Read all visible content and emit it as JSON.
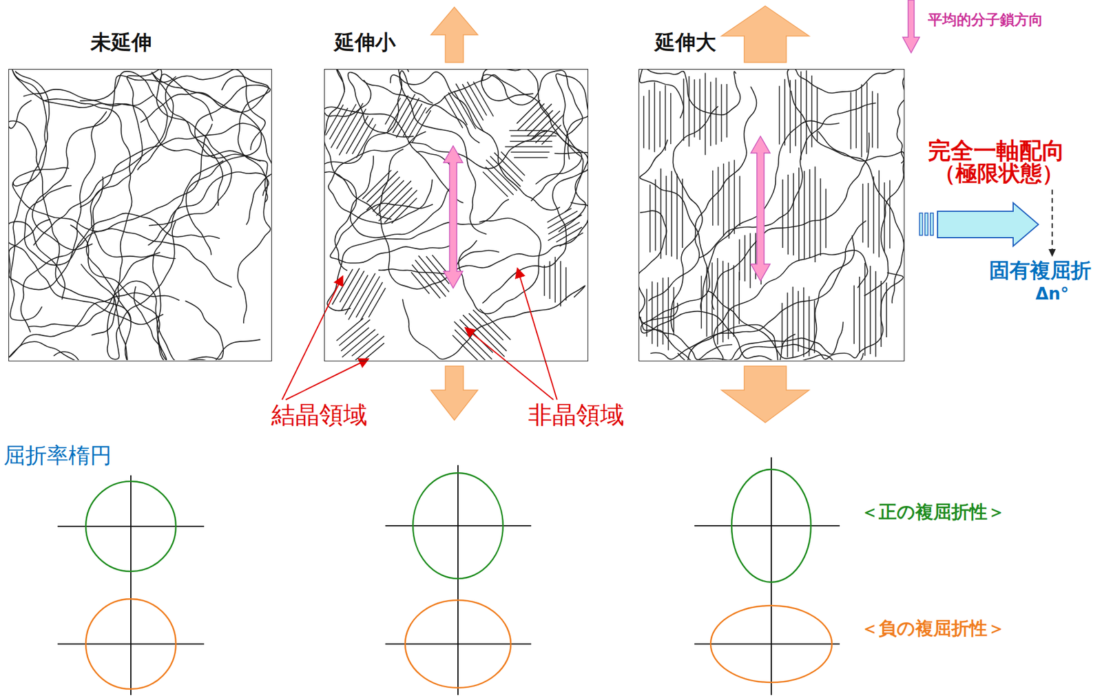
{
  "diagram": {
    "nodes": [
      {
        "text": [
          "未延伸"
        ]
      },
      {
        "text": [
          "延伸小"
        ]
      },
      {
        "text": [
          "延伸大"
        ]
      }
    ],
    "labels": [
      "平均的分子鎖方向",
      "完全一軸配向",
      "（極限状態）",
      "固有複屈折",
      "Δn°",
      "結晶領域",
      "非晶領域",
      "屈折率楕円",
      "＜正の複屈折性＞",
      "＜負の複屈折性＞"
    ]
  }
}
